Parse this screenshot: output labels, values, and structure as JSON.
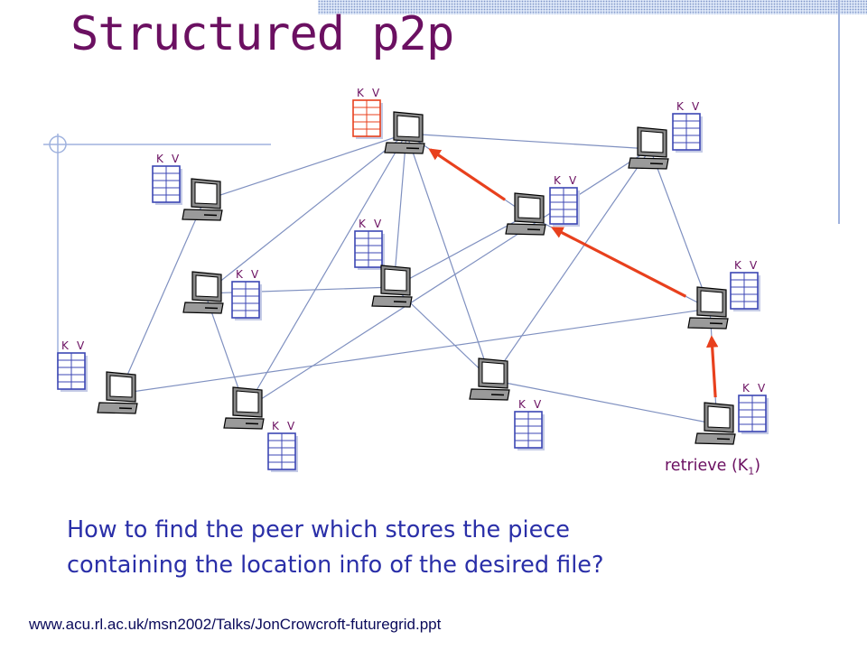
{
  "slide": {
    "title": "Structured p2p",
    "question": [
      "How to find the peer which stores the piece",
      "containing the location info of the desired file?"
    ],
    "retrieve_caption": "retrieve (K",
    "retrieve_subscript": "1",
    "retrieve_close": ")",
    "source_url": "www.acu.rl.ac.uk/msn2002/Talks/JonCrowcroft-futuregrid.ppt"
  },
  "diagram": {
    "table_key_label": "K",
    "table_value_label": "V",
    "colors": {
      "title": "#6b1061",
      "question_text": "#2a2fa8",
      "link": "#7f90c0",
      "table_blue": "#3c47b4",
      "table_highlight": "#e8401d",
      "lookup_arrow": "#e8401d",
      "kv_label": "#6b1061"
    },
    "nodes": [
      {
        "id": "n1",
        "icon": "computer-icon",
        "has_table": true,
        "table_highlight": true
      },
      {
        "id": "n2",
        "icon": "computer-icon",
        "has_table": true
      },
      {
        "id": "n3",
        "icon": "computer-icon",
        "has_table": true
      },
      {
        "id": "n4",
        "icon": "computer-icon",
        "has_table": true
      },
      {
        "id": "n5",
        "icon": "computer-icon",
        "has_table": true
      },
      {
        "id": "n6",
        "icon": "computer-icon",
        "has_table": true
      },
      {
        "id": "n7",
        "icon": "computer-icon",
        "has_table": true
      },
      {
        "id": "n8",
        "icon": "computer-icon",
        "has_table": true
      },
      {
        "id": "n9",
        "icon": "computer-icon",
        "has_table": true
      },
      {
        "id": "n10",
        "icon": "computer-icon",
        "has_table": true
      },
      {
        "id": "n11",
        "icon": "computer-icon",
        "has_table": true
      },
      {
        "id": "n12",
        "icon": "computer-icon",
        "has_table": true
      }
    ],
    "links": [
      [
        "n1",
        "n2"
      ],
      [
        "n1",
        "n3"
      ],
      [
        "n1",
        "n6"
      ],
      [
        "n2",
        "n4"
      ],
      [
        "n3",
        "n5"
      ],
      [
        "n3",
        "n7"
      ],
      [
        "n5",
        "n10"
      ],
      [
        "n5",
        "n11"
      ],
      [
        "n6",
        "n7"
      ],
      [
        "n6",
        "n9"
      ],
      [
        "n7",
        "n8"
      ],
      [
        "n7",
        "n11"
      ],
      [
        "n8",
        "n10"
      ],
      [
        "n8",
        "n11"
      ],
      [
        "n8",
        "n12"
      ],
      [
        "n4",
        "n9"
      ],
      [
        "n9",
        "n10"
      ],
      [
        "n9",
        "n12"
      ],
      [
        "n10",
        "n11"
      ]
    ],
    "lookup_path": [
      [
        "n12",
        "n9"
      ],
      [
        "n9",
        "n6"
      ],
      [
        "n6",
        "n1"
      ]
    ]
  }
}
